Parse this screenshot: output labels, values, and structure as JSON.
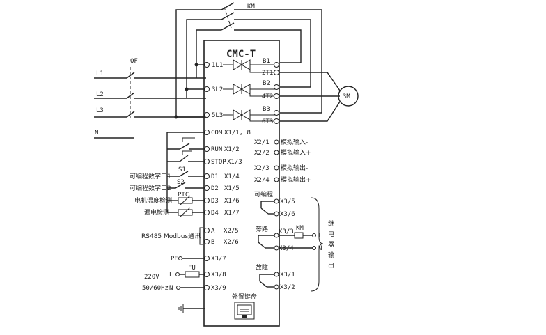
{
  "device": {
    "model": "CMC-T",
    "contactor": "KM",
    "breaker": "QF",
    "motor": "3M"
  },
  "mains": {
    "l1": "L1",
    "l2": "L2",
    "l3": "L3",
    "n": "N"
  },
  "power_terminals": {
    "in1": "1L1",
    "in2": "3L2",
    "in3": "5L3",
    "b1": "B1",
    "b2": "B2",
    "b3": "B3",
    "out1": "2T1",
    "out2": "4T2",
    "out3": "6T3"
  },
  "left_terminals": [
    {
      "term": "COM",
      "code": "X1/1, 8",
      "label": ""
    },
    {
      "term": "RUN",
      "code": "X1/2",
      "label": ""
    },
    {
      "term": "STOP",
      "code": "X1/3",
      "label": ""
    },
    {
      "term": "D1",
      "code": "X1/4",
      "label": "可编程数字口1"
    },
    {
      "term": "D2",
      "code": "X1/5",
      "label": "可编程数字口2"
    },
    {
      "term": "D3",
      "code": "X1/6",
      "label": "电机温度检测"
    },
    {
      "term": "D4",
      "code": "X1/7",
      "label": "漏电检测"
    }
  ],
  "switches": {
    "s1": "S1",
    "s2": "S2",
    "ptc": "PTC"
  },
  "rs485": {
    "label": "RS485 Modbus通讯",
    "a": "A",
    "b": "B",
    "a_code": "X2/5",
    "b_code": "X2/6"
  },
  "power_supply": {
    "pe": "PE",
    "l": "L",
    "n": "N",
    "fuse": "FU",
    "voltage": "220V",
    "freq": "50/60Hz",
    "pe_code": "X3/7",
    "l_code": "X3/8",
    "n_code": "X3/9"
  },
  "analog": [
    {
      "code": "X2/1",
      "label": "模拟输入-"
    },
    {
      "code": "X2/2",
      "label": "模拟输入+"
    },
    {
      "code": "X2/3",
      "label": "模拟输出-"
    },
    {
      "code": "X2/4",
      "label": "模拟输出+"
    }
  ],
  "relays": {
    "programmable": "可编程",
    "bypass": "旁路",
    "fault": "故障",
    "km": "KM",
    "l": "L",
    "n": "N",
    "codes": [
      "X3/5",
      "X3/6",
      "X3/3",
      "X3/4",
      "X3/1",
      "X3/2"
    ],
    "group_label": "继电器输出"
  },
  "keypad_label": "外置键盘"
}
